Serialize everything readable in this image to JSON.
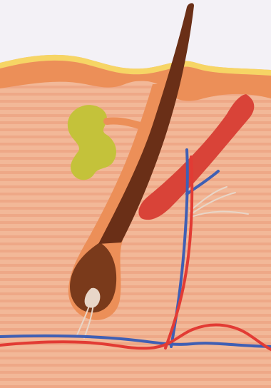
{
  "diagram": {
    "subject": "hair-follicle-skin-cross-section",
    "labels": []
  },
  "colors": {
    "background": "#f3f1f6",
    "skin_base": "#f2b898",
    "skin_stripe": "#eea887",
    "epidermis_yellow": "#f6d565",
    "epidermis_orange": "#ec8f58",
    "muscle": "#d94338",
    "hair": "#6a2f17",
    "hair_bulb": "#7a3a1b",
    "sebaceous_gland": "#c4c23a",
    "artery": "#e23b34",
    "vein": "#3f5fb4",
    "nerve": "#e8d6c8"
  },
  "icons": [
    "hair-shaft",
    "sebaceous-gland",
    "arrector-pili-muscle",
    "hair-bulb",
    "blood-vessels",
    "nerve-fibers"
  ]
}
